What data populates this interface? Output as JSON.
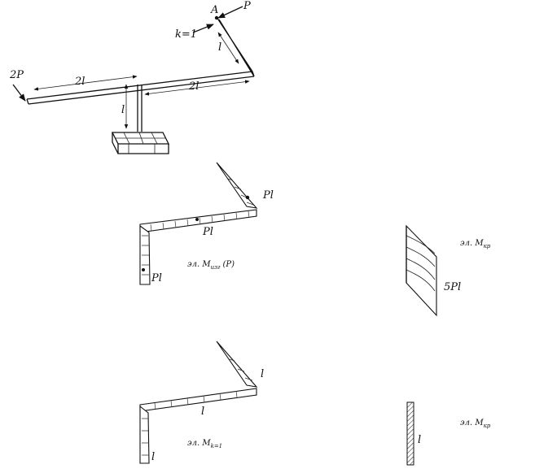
{
  "scheme": {
    "label_A": "A",
    "label_P": "P",
    "label_k": "k=1",
    "label_l_short": "l",
    "label_2P": "2P",
    "label_2l_left": "2l",
    "label_2l_right": "2l",
    "label_l_vertical": "l"
  },
  "panel_mizg_P": {
    "label_Pl_top": "Pl",
    "label_Pl_mid": "Pl",
    "label_Pl_bottom": "Pl",
    "caption_prefix": "эл. M",
    "caption_sub": "изг",
    "caption_suffix": "(P)"
  },
  "panel_mkr_P": {
    "caption_prefix": "эл. M",
    "caption_sub": "кр",
    "label_5Pl": "5Pl"
  },
  "panel_mk1": {
    "label_l_top": "l",
    "label_l_mid": "l",
    "label_l_bottom": "l",
    "caption_prefix": "эл. M",
    "caption_sub": "k=1"
  },
  "panel_mkr_1": {
    "caption_prefix": "эл. M",
    "caption_sub": "кр",
    "label_l": "l"
  }
}
